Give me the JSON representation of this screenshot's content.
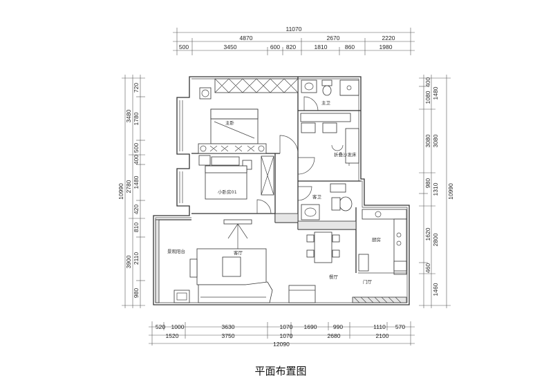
{
  "title": "平面布置图",
  "dims": {
    "top_total": "11070",
    "top_row1": [
      "4870",
      "2670",
      "2220"
    ],
    "top_row2": [
      "500",
      "3450",
      "600",
      "820",
      "1810",
      "860",
      "1980"
    ],
    "bottom_row1": [
      "520",
      "1000",
      "3630",
      "1070",
      "1690",
      "990",
      "1110",
      "570"
    ],
    "bottom_row2": [
      "1520",
      "3750",
      "1070",
      "2680",
      "2100"
    ],
    "bottom_total": "12090",
    "left_total": "10990",
    "left_outer": [
      "3480",
      "2780",
      "3900"
    ],
    "left_inner": [
      "720",
      "1780",
      "500",
      "400",
      "1480",
      "420",
      "810",
      "2110",
      "980"
    ],
    "right_total": "10990",
    "right_outer": [
      "1480",
      "3080",
      "1310",
      "2800",
      "1460"
    ],
    "right_inner": [
      "400",
      "1080",
      "3080",
      "980",
      "1620",
      "460"
    ]
  },
  "rooms": {
    "master_bedroom": "主卧",
    "master_bath": "主卫",
    "study": "折叠沙发床",
    "small_bedroom": "小卧房01",
    "guest_bath": "客卫",
    "kitchen": "厨房",
    "balcony": "景观阳台",
    "living": "客厅",
    "dining": "餐厅",
    "entry": "门厅"
  }
}
